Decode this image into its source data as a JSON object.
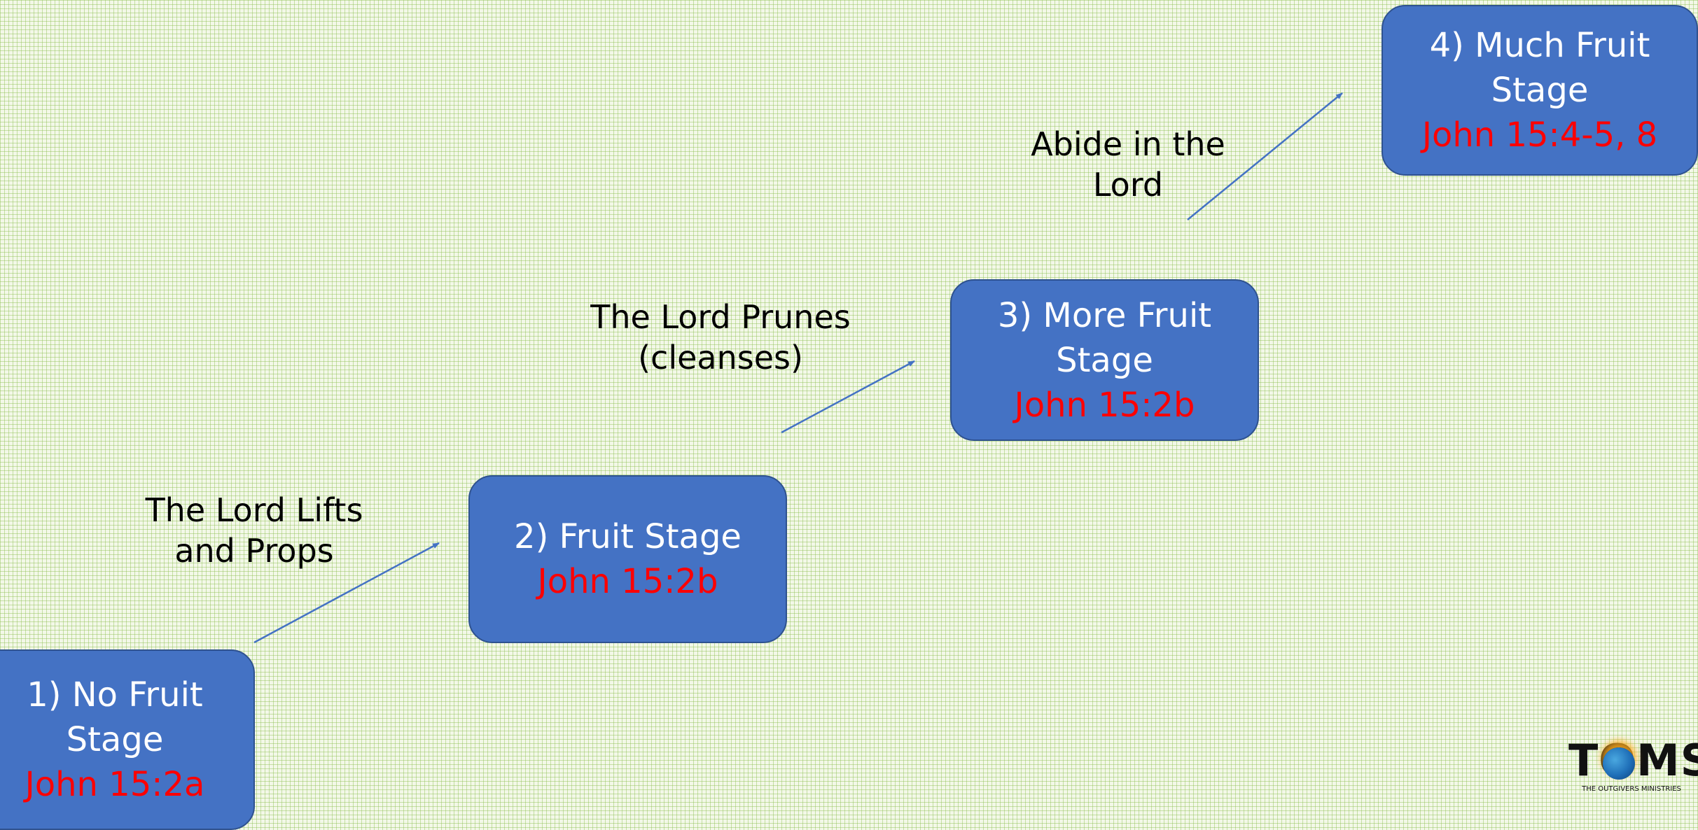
{
  "stages": [
    {
      "title": "1)   No Fruit\nStage",
      "reference": "John 15:2a"
    },
    {
      "title": "2) Fruit Stage",
      "reference": "John 15:2b"
    },
    {
      "title": "3) More Fruit\nStage",
      "reference": "John 15:2b"
    },
    {
      "title": "4) Much Fruit\nStage",
      "reference": "John 15:4-5, 8"
    }
  ],
  "transitions": [
    {
      "label": "The Lord Lifts\nand Props"
    },
    {
      "label": "The Lord Prunes\n(cleanses)"
    },
    {
      "label": "Abide in the\nLord"
    }
  ],
  "logo": {
    "word": "TOMS",
    "tagline": "THE OUTGIVERS MINISTRIES"
  },
  "colors": {
    "box_fill": "#4472c4",
    "box_border": "#2f528f",
    "title_text": "#ffffff",
    "reference_text": "#ff0000",
    "arrow": "#4472c4",
    "grid": "#8cbe50"
  }
}
